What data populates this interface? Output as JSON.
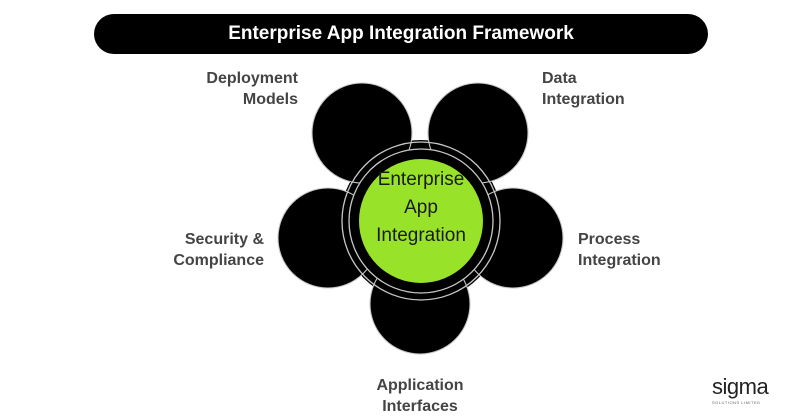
{
  "title": "Enterprise App Integration Framework",
  "center": {
    "line1": "Enterprise",
    "line2": "App",
    "line3": "Integration",
    "color": "#99e22a"
  },
  "petal_color": "#000000",
  "labels": {
    "deployment": {
      "line1": "Deployment",
      "line2": "Models"
    },
    "data": {
      "line1": "Data",
      "line2": "Integration"
    },
    "process": {
      "line1": "Process",
      "line2": "Integration"
    },
    "application": {
      "line1": "Application",
      "line2": "Interfaces"
    },
    "security": {
      "line1": "Security &",
      "line2": "Compliance"
    }
  },
  "logo": {
    "wordmark": "sigma",
    "tagline": "SOLUTIONS LIMITED"
  }
}
